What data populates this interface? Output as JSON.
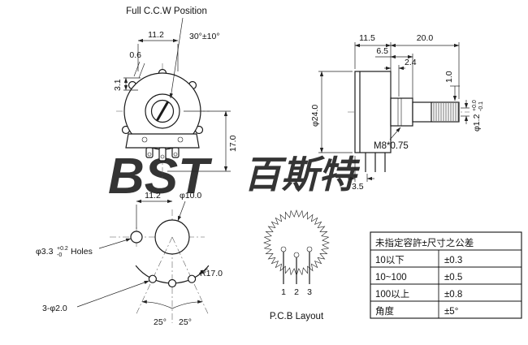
{
  "watermark": {
    "brand": "BST",
    "brand_cn": "百斯特",
    "color": "#b9d4ee",
    "color_cn": "#c7dcf2"
  },
  "front_view": {
    "full_ccw": "Full C.C.W Position",
    "dim_width": "11.2",
    "dim_angle": "30°±10°",
    "dim_step": "0.6",
    "dim_side": "3.1",
    "dim_height": "17.0"
  },
  "side_view": {
    "dim_body": "11.5",
    "dim_shaft": "20.0",
    "dim_bushing": "6.5",
    "dim_groove": "2.4",
    "dim_body_dia": "φ24.0",
    "thread": "M8*0.75",
    "dim_terminal": "3.5",
    "dim_slot_depth": "1.0",
    "dim_slot_width": "φ1.2",
    "slot_tol_plus": "+0.0",
    "slot_tol_minus": "-0.1"
  },
  "mounting_view": {
    "dim_spacing": "11.2",
    "dim_center_dia": "φ10.0",
    "dim_hole_dia": "φ3.3",
    "hole_tol_plus": "+0.2",
    "hole_tol_minus": "-0",
    "holes_suffix": "Holes",
    "dim_radius": "R17.0",
    "dim_small_holes": "3-φ2.0",
    "angle_left": "25°",
    "angle_right": "25°"
  },
  "pcb_layout": {
    "title": "P.C.B Layout",
    "pins": [
      "1",
      "2",
      "3"
    ]
  },
  "tolerance_table": {
    "header": "未指定容許±尺寸之公差",
    "rows": [
      {
        "range": "10以下",
        "tol": "±0.3"
      },
      {
        "range": "10~100",
        "tol": "±0.5"
      },
      {
        "range": "100以上",
        "tol": "±0.8"
      },
      {
        "range": "角度",
        "tol": "±5°"
      }
    ]
  }
}
